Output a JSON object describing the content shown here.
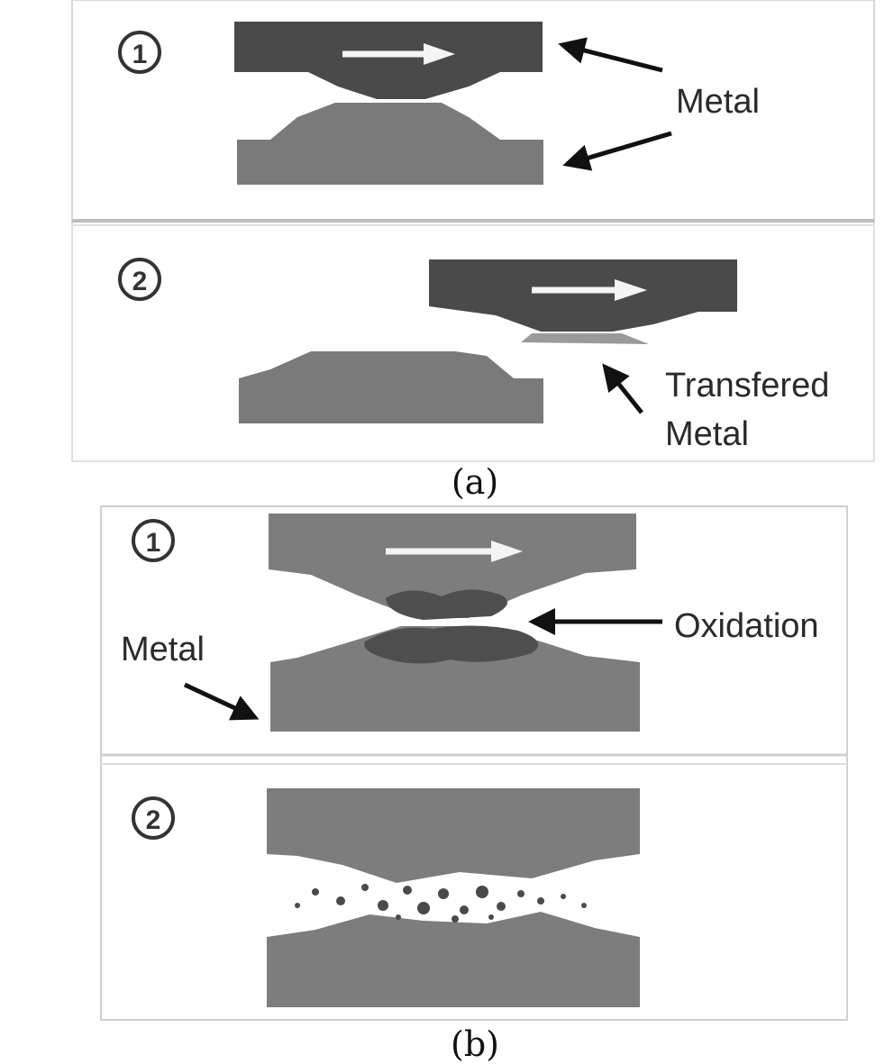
{
  "panel_a": {
    "caption": "(a)",
    "step1": {
      "number": "1",
      "label": "Metal"
    },
    "step2": {
      "number": "2",
      "label_line1": "Transfered",
      "label_line2": "Metal"
    }
  },
  "panel_b": {
    "caption": "(b)",
    "step1": {
      "number": "1",
      "label_left": "Metal",
      "label_right": "Oxidation"
    },
    "step2": {
      "number": "2"
    }
  },
  "colors": {
    "dark_metal": "#4a4a4a",
    "light_metal": "#7a7a7a",
    "oxide": "#555555",
    "arrow_white": "#f4f4f4",
    "frame_gray": "#c8c8c8"
  }
}
